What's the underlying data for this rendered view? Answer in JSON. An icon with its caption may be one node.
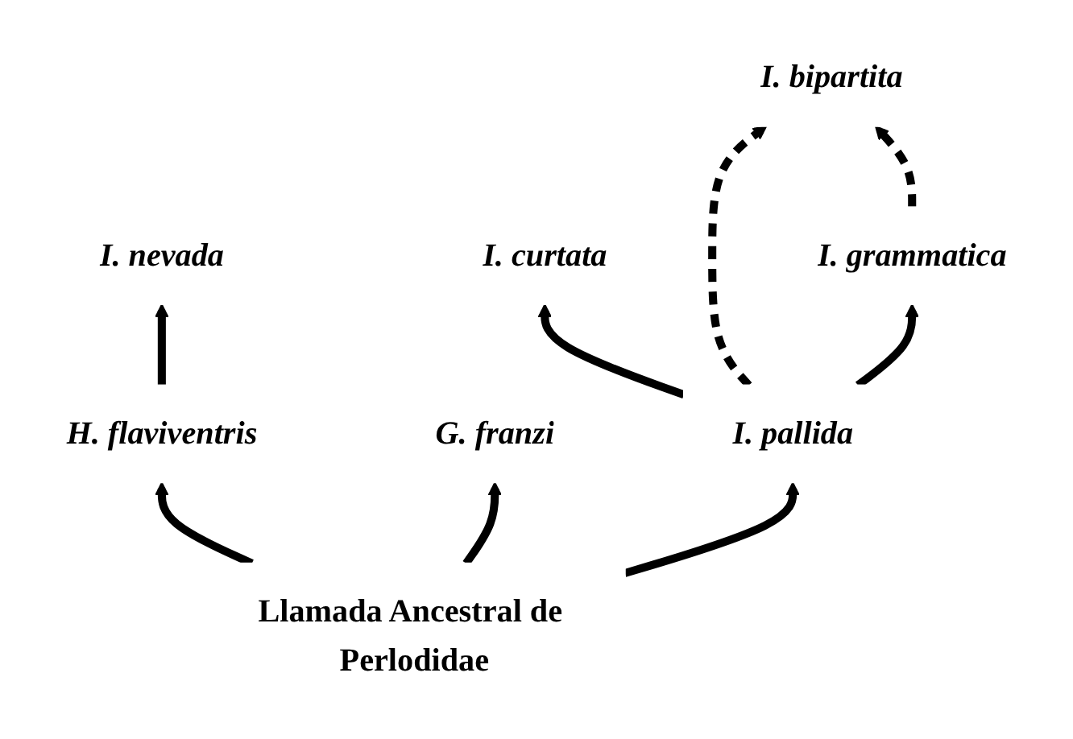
{
  "diagram": {
    "nodes": [
      {
        "text": [
          "I. bipartita"
        ]
      },
      {
        "text": [
          "I. nevada"
        ]
      },
      {
        "text": [
          "I. curtata"
        ]
      },
      {
        "text": [
          "I. grammatica"
        ]
      },
      {
        "text": [
          "I. pallida"
        ]
      },
      {
        "text": [
          "G. franzi"
        ]
      },
      {
        "text": [
          "Llamada Ancestral de Perlodidae"
        ]
      },
      {
        "text": [
          "H. flaviventris"
        ]
      }
    ],
    "edges": [
      {
        "from": 6,
        "to": 5,
        "arrow": "to"
      },
      {
        "from": 6,
        "to": 4,
        "arrow": "to"
      },
      {
        "from": 6,
        "to": 7,
        "arrow": "to"
      },
      {
        "from": 4,
        "to": 2,
        "arrow": "to"
      },
      {
        "from": 4,
        "to": 3,
        "arrow": "to"
      },
      {
        "from": 4,
        "to": 0,
        "arrow": "to",
        "style": "dashed"
      },
      {
        "from": 3,
        "to": 0,
        "arrow": "to",
        "style": "dashed"
      },
      {
        "from": 7,
        "to": 1,
        "arrow": "to"
      }
    ]
  }
}
